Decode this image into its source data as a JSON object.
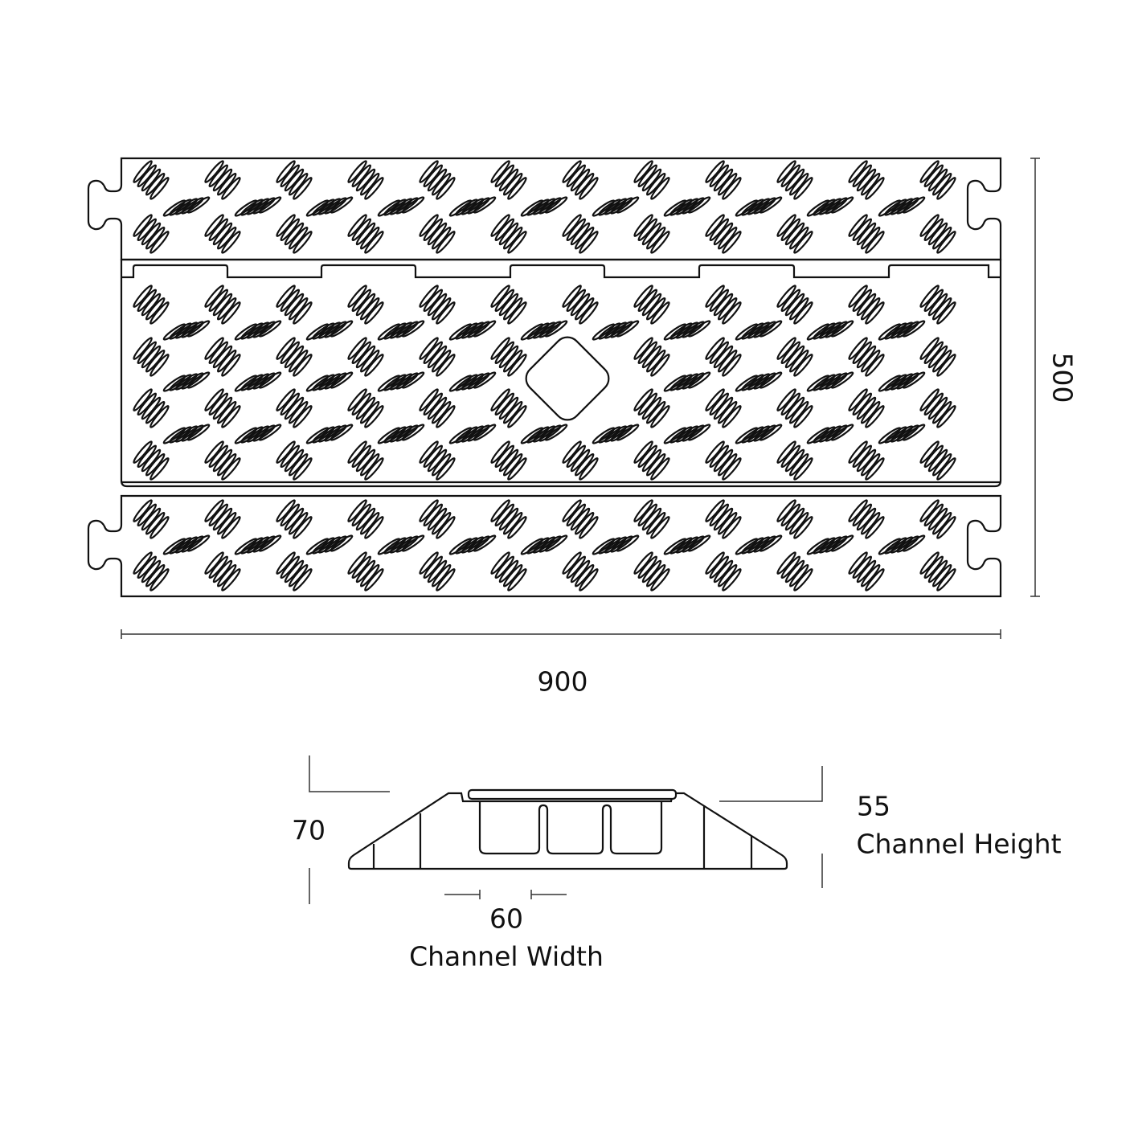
{
  "top_view": {
    "width_label": "900",
    "length_label": "500"
  },
  "cross_section": {
    "height_label": "70",
    "channel_height_value": "55",
    "channel_height_label": "Channel Height",
    "channel_width_value": "60",
    "channel_width_label": "Channel Width"
  },
  "colors": {
    "line": "#111111",
    "dimension": "#333333",
    "background": "#ffffff"
  }
}
